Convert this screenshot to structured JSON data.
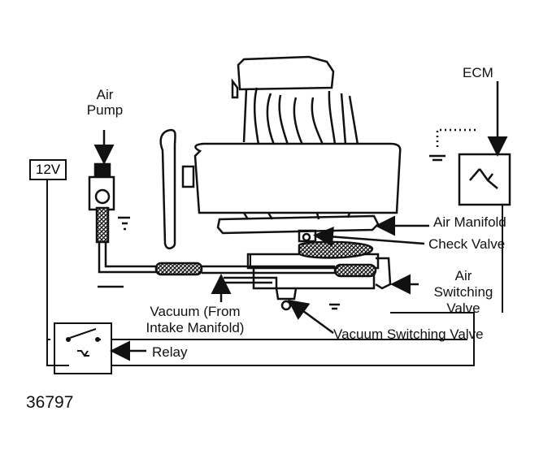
{
  "labels": {
    "ecm": "ECM",
    "air_pump_1": "Air",
    "air_pump_2": "Pump",
    "voltage": "12V",
    "air_manifold": "Air Manifold",
    "check_valve": "Check Valve",
    "air_switching_1": "Air",
    "air_switching_2": "Switching",
    "air_switching_3": "Valve",
    "vacuum_1": "Vacuum (From",
    "vacuum_2": "Intake Manifold)",
    "vacuum_switching": "Vacuum Switching Valve",
    "relay": "Relay"
  },
  "figure_number": "36797",
  "colors": {
    "ink": "#111111",
    "paper": "#ffffff"
  }
}
